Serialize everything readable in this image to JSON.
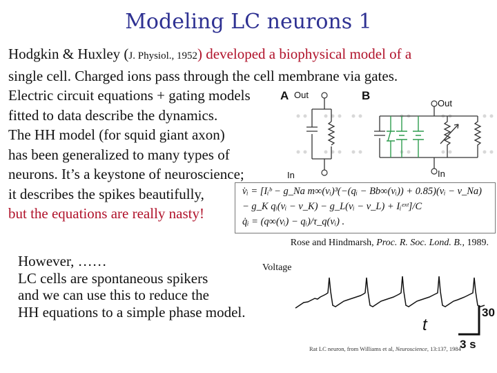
{
  "title": "Modeling LC neurons 1",
  "paragraph1": {
    "line1_a": "Hodgkin & Huxley (",
    "line1_ref": "J. Physiol., 1952",
    "line1_b": ") developed a biophysical model of a",
    "line2": "single cell. Charged ions pass through the cell membrane via gates.",
    "line3": "Electric circuit equations + gating models",
    "line4": "fitted to data describe the dynamics.",
    "line5": "The HH model (for squid giant axon)",
    "line6": "has been generalized to many types of",
    "line7": "neurons. It’s a keystone of neuroscience;",
    "line8": "it describes the spikes beautifully,",
    "line9": "but the equations are really nasty!"
  },
  "circuit": {
    "panel_a": "A",
    "panel_b": "B",
    "out_a": "Out",
    "out_b": "Out",
    "in_a": "In",
    "in_b": "In"
  },
  "equations": {
    "eq1": "v̇ᵢ  =  [Iᵢᵇ − g_Na m∞(vᵢ)³(−(qᵢ − Bb∞(vᵢ)) + 0.85)(vᵢ − v_Na)",
    "eq2": "        − g_K qᵢ(vᵢ − v_K) − g_L(vᵢ − v_L) + Iᵢᵉˣᵗ]/C",
    "eq3": "q̇ᵢ  =  (q∞(vᵢ) − qᵢ)/τ_q(vᵢ) ."
  },
  "citation": {
    "authors": "Rose and Hindmarsh, ",
    "journal": "Proc. R. Soc. Lond. B.",
    "year": ", 1989."
  },
  "paragraph2": {
    "line1": "However, ……",
    "line2": "LC cells are spontaneous spikers",
    "line3": "and we can use this to reduce the",
    "line4": "HH equations to a simple phase model."
  },
  "trace": {
    "voltage_label": "Voltage",
    "time_label": "t",
    "scale_v": "30",
    "scale_t": "3 s",
    "credit_a": "Rat LC neuron, from Williams et al, ",
    "credit_journal": "Neuroscience",
    "credit_b": ", 13:137, 1984"
  }
}
